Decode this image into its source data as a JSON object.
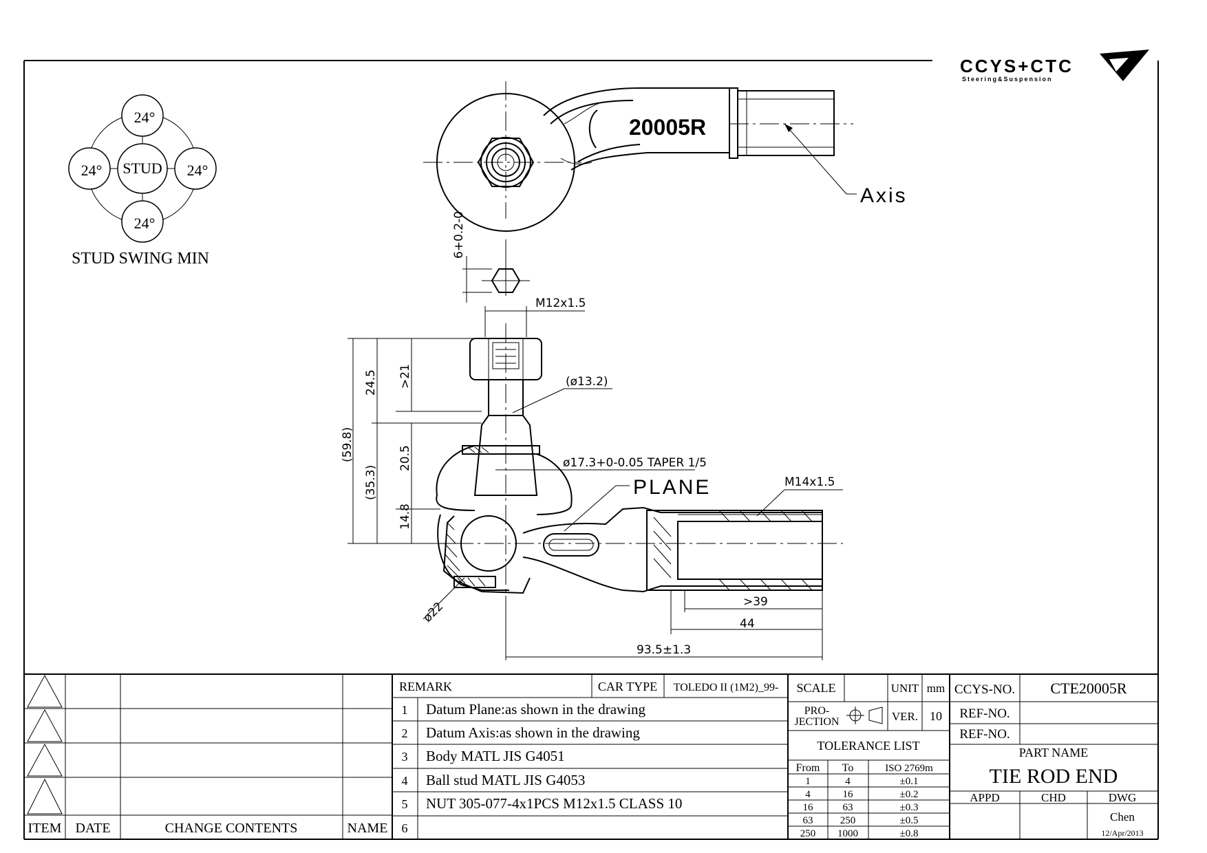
{
  "logo": {
    "brand": "CCYS+CTC",
    "tagline": "Steering&Suspension"
  },
  "stud_swing": {
    "values": [
      "24°",
      "24°",
      "24°",
      "24°"
    ],
    "center_label": "STUD",
    "caption": "STUD SWING MIN"
  },
  "top_view": {
    "part_marking": "20005R",
    "axis_label": "Axis"
  },
  "dimensions": {
    "hex_height": "6+0.2-0",
    "thread_stud": "M12x1.5",
    "d_13_2": "(ø13.2)",
    "h_24_5": "24.5",
    "h_21": ">21",
    "h_59_8": "(59.8)",
    "h_35_3": "(35.3)",
    "h_20_5": "20.5",
    "h_14_8": "14.8",
    "taper": "ø17.3+0-0.05 TAPER 1/5",
    "plane_label": "PLANE",
    "thread_body": "M14x1.5",
    "ball_dia": "ø22",
    "l_39": ">39",
    "l_44": "44",
    "l_93_5": "93.5±1.3"
  },
  "revision_block": {
    "headers": [
      "ITEM",
      "DATE",
      "CHANGE CONTENTS",
      "NAME"
    ],
    "rows": 4
  },
  "remark": {
    "header": "REMARK",
    "car_type_label": "CAR TYPE",
    "car_type_value": "TOLEDO II (1M2)_99-",
    "items": [
      {
        "num": "1",
        "text": "Datum Plane:as shown in the drawing"
      },
      {
        "num": "2",
        "text": "Datum Axis:as shown in the drawing"
      },
      {
        "num": "3",
        "text": "Body MATL JIS G4051"
      },
      {
        "num": "4",
        "text": "Ball stud MATL JIS G4053"
      },
      {
        "num": "5",
        "text": "NUT 305-077-4x1PCS M12x1.5 CLASS 10"
      },
      {
        "num": "6",
        "text": ""
      }
    ]
  },
  "title_block": {
    "scale_label": "SCALE",
    "scale_value": "",
    "unit_label": "UNIT",
    "unit_value": "mm",
    "projection_label_1": "PRO-",
    "projection_label_2": "JECTION",
    "ver_label": "VER.",
    "ver_value": "10",
    "tolerance_title": "TOLERANCE LIST",
    "tolerance_headers": [
      "From",
      "To",
      "ISO 2769m"
    ],
    "tolerance_rows": [
      [
        "1",
        "4",
        "±0.1"
      ],
      [
        "4",
        "16",
        "±0.2"
      ],
      [
        "16",
        "63",
        "±0.3"
      ],
      [
        "63",
        "250",
        "±0.5"
      ],
      [
        "250",
        "1000",
        "±0.8"
      ]
    ],
    "ccys_no_label": "CCYS-NO.",
    "ccys_no_value": "CTE20005R",
    "ref_no_label_1": "REF-NO.",
    "ref_no_label_2": "REF-NO.",
    "part_name_label": "PART NAME",
    "part_name_value": "TIE ROD END",
    "appd_label": "APPD",
    "chd_label": "CHD",
    "dwg_label": "DWG",
    "dwg_name": "Chen",
    "dwg_date": "12/Apr/2013"
  }
}
